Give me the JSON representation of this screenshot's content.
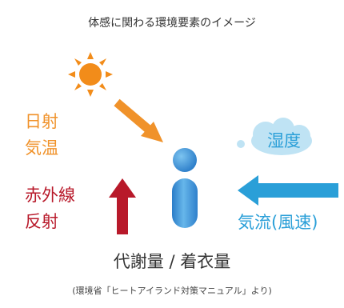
{
  "title": "体感に関わる環境要素のイメージ",
  "factors": {
    "solar_radiation_temp": [
      "日射",
      "気温"
    ],
    "infrared_reflection": [
      "赤外線",
      "反射"
    ],
    "humidity": "湿度",
    "airflow": "気流(風速)"
  },
  "center_label": "代謝量 / 着衣量",
  "source": "(環境省「ヒートアイランド対策マニュアル」より)",
  "colors": {
    "sun": "#f28c1a",
    "orange_arrow": "#f0922a",
    "red_arrow": "#b8192a",
    "blue_arrow": "#2a9fd8",
    "cloud": "#bfe3f4",
    "person": "#3b8fd3"
  },
  "icons": [
    "sun-icon",
    "cloud-icon",
    "person-icon",
    "arrow-down-right-icon",
    "arrow-up-icon",
    "arrow-left-icon"
  ]
}
